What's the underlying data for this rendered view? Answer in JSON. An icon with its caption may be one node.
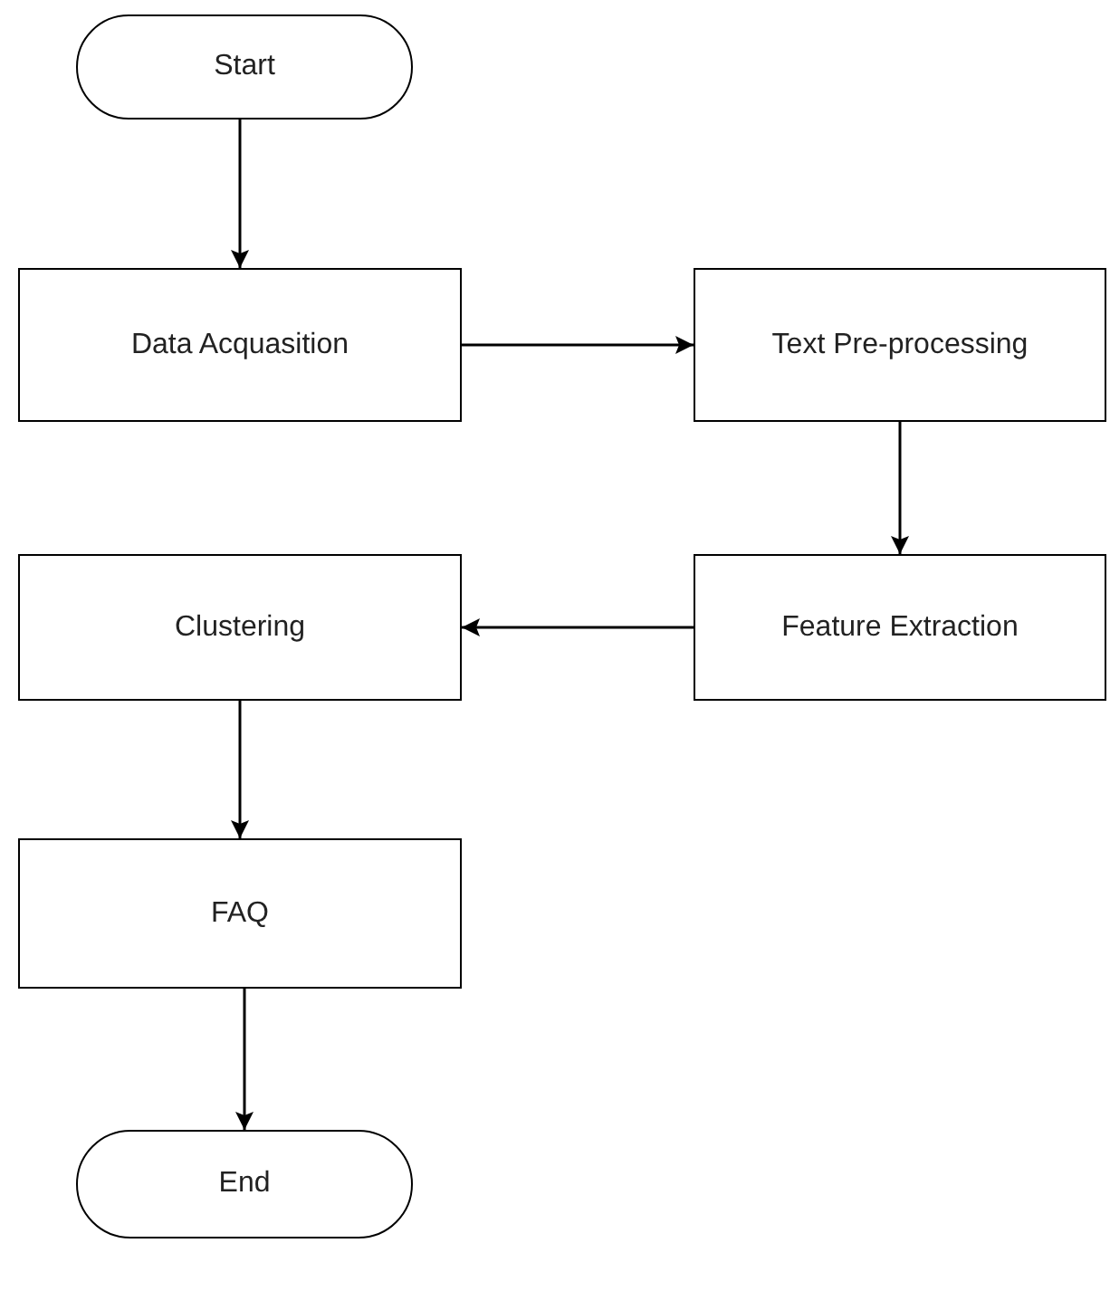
{
  "diagram": {
    "nodes": [
      {
        "text": [
          "Start"
        ]
      },
      {
        "text": [
          "Data Acquasition"
        ]
      },
      {
        "text": [
          "Text Pre-processing"
        ]
      },
      {
        "text": [
          "Feature Extraction"
        ]
      },
      {
        "text": [
          "Clustering"
        ]
      },
      {
        "text": [
          "FAQ"
        ]
      },
      {
        "text": [
          "End"
        ]
      }
    ],
    "edges": [
      {
        "from": 0,
        "to": 1,
        "arrow": "to"
      },
      {
        "from": 1,
        "to": 2,
        "arrow": "to"
      },
      {
        "from": 2,
        "to": 3,
        "arrow": "to"
      },
      {
        "from": 3,
        "to": 4,
        "arrow": "to"
      },
      {
        "from": 4,
        "to": 5,
        "arrow": "to"
      },
      {
        "from": 5,
        "to": 6,
        "arrow": "to"
      }
    ]
  }
}
